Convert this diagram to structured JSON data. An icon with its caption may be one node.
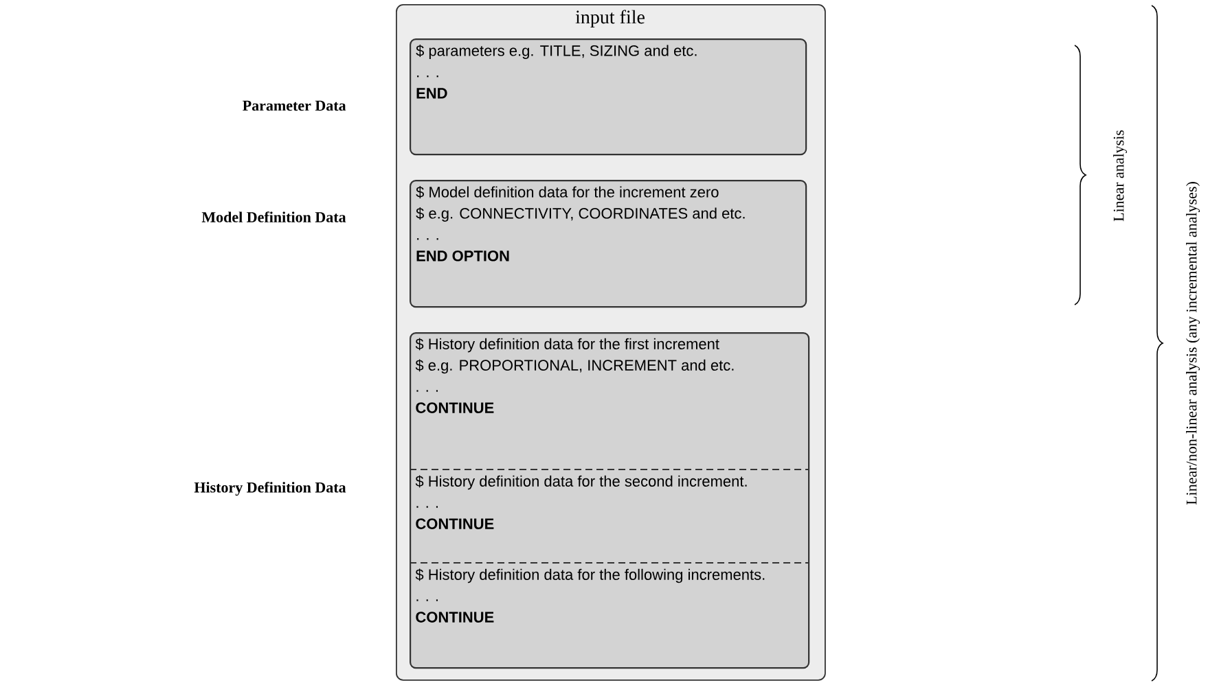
{
  "diagram": {
    "nodes": [
      {
        "text": [
          "input file"
        ]
      },
      {
        "text": [
          "$ parameters e.g. TITLE, SIZING and etc.",
          ". . .",
          "END"
        ],
        "in": 0
      },
      {
        "text": [
          "$ Model definition data for the increment zero",
          "$ e.g. CONNECTIVITY, COORDINATES and etc.",
          ". . .",
          "END OPTION"
        ],
        "in": 0
      },
      {
        "text": [],
        "shape": "box",
        "in": 0
      },
      {
        "text": [
          "$ History definition data for the first increment",
          "$ e.g.  PROPORTIONAL, INCREMENT and etc.",
          ". . .",
          "CONTINUE"
        ],
        "in": 3
      },
      {
        "text": [
          "$ History definition data for the second increment.",
          ". . .",
          "CONTINUE"
        ],
        "in": 3
      },
      {
        "text": [
          "$ History definition data for the following increments.",
          ". . .",
          "CONTINUE"
        ],
        "in": 3
      }
    ],
    "edges": [],
    "labels": [
      "Parameter Data",
      "Model Definition Data",
      "History Definition Data",
      "Linear analysis",
      "Linear/non-linear analysis (any incremental analyses)"
    ]
  }
}
